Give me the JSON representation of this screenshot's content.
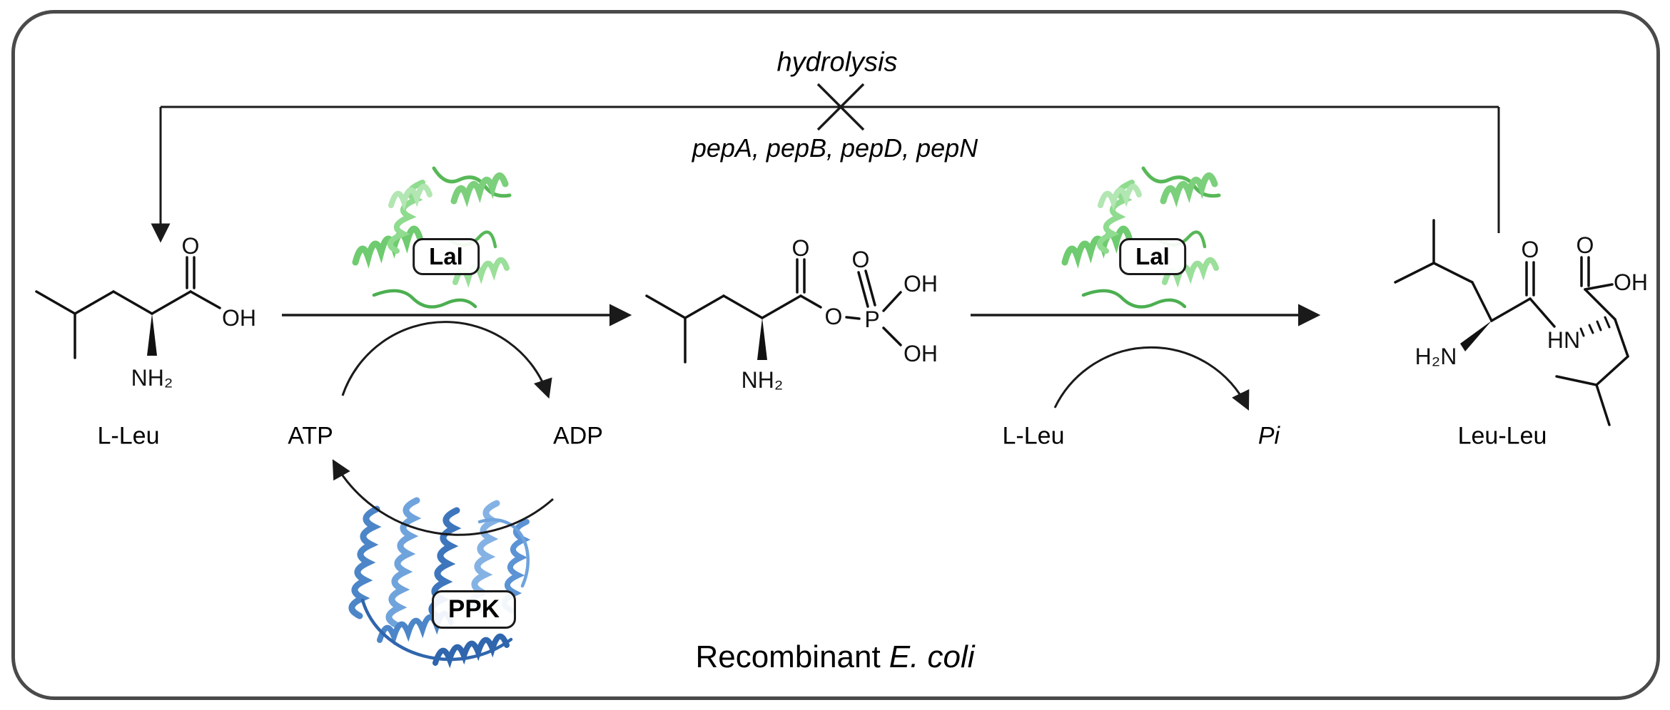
{
  "scheme": {
    "hydrolysis_label": "hydrolysis",
    "protease_genes": "pepA, pepB, pepD, pepN",
    "caption_normal": "Recombinant",
    "caption_italic": "E. coli"
  },
  "enzymes": {
    "ligase1": "Lal",
    "ligase2": "Lal",
    "kinase": "PPK"
  },
  "cofactors": {
    "atp": "ATP",
    "adp": "ADP",
    "pi": "Pi"
  },
  "compounds": {
    "substrate": "L-Leu",
    "cosubstrate": "L-Leu",
    "product": "Leu-Leu"
  },
  "atom_labels": {
    "l_leu": [
      "O",
      "OH",
      "NH₂"
    ],
    "leu_phosphate": [
      "O",
      "O",
      "P",
      "O",
      "OH",
      "OH",
      "NH₂"
    ],
    "leu_leu": [
      "H₂N",
      "O",
      "HN",
      "O",
      "OH"
    ]
  },
  "colors": {
    "lal_green": "#6FCB6F",
    "ppk_blue": "#4C86C8",
    "line": "#1a1a1a"
  }
}
